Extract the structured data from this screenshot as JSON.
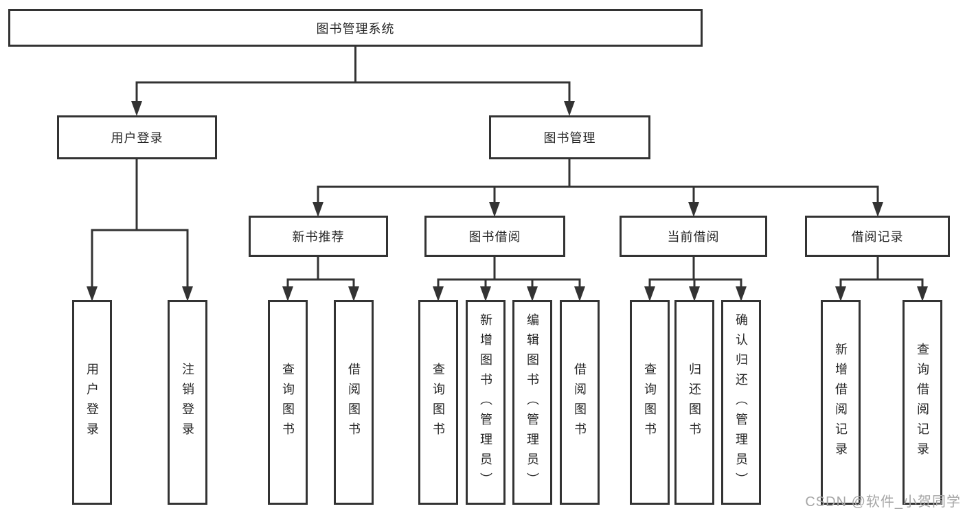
{
  "tree": {
    "root": {
      "label": "图书管理系统"
    },
    "level2": [
      {
        "label": "用户登录"
      },
      {
        "label": "图书管理"
      }
    ],
    "level3": [
      {
        "label": "新书推荐"
      },
      {
        "label": "图书借阅"
      },
      {
        "label": "当前借阅"
      },
      {
        "label": "借阅记录"
      }
    ],
    "leaves": {
      "user_login": [
        "用户登录",
        "注销登录"
      ],
      "new_book": [
        "查询图书",
        "借阅图书"
      ],
      "borrow": [
        "查询图书",
        "新增图书（管理员）",
        "编辑图书（管理员）",
        "借阅图书"
      ],
      "current": [
        "查询图书",
        "归还图书",
        "确认归还（管理员）"
      ],
      "records": [
        "新增借阅记录",
        "查询借阅记录"
      ]
    }
  },
  "watermark": "CSDN @软件_小贺同学",
  "colors": {
    "line": "#333333",
    "text": "#262626",
    "watermark": "#a6a6a6",
    "background": "#ffffff"
  }
}
